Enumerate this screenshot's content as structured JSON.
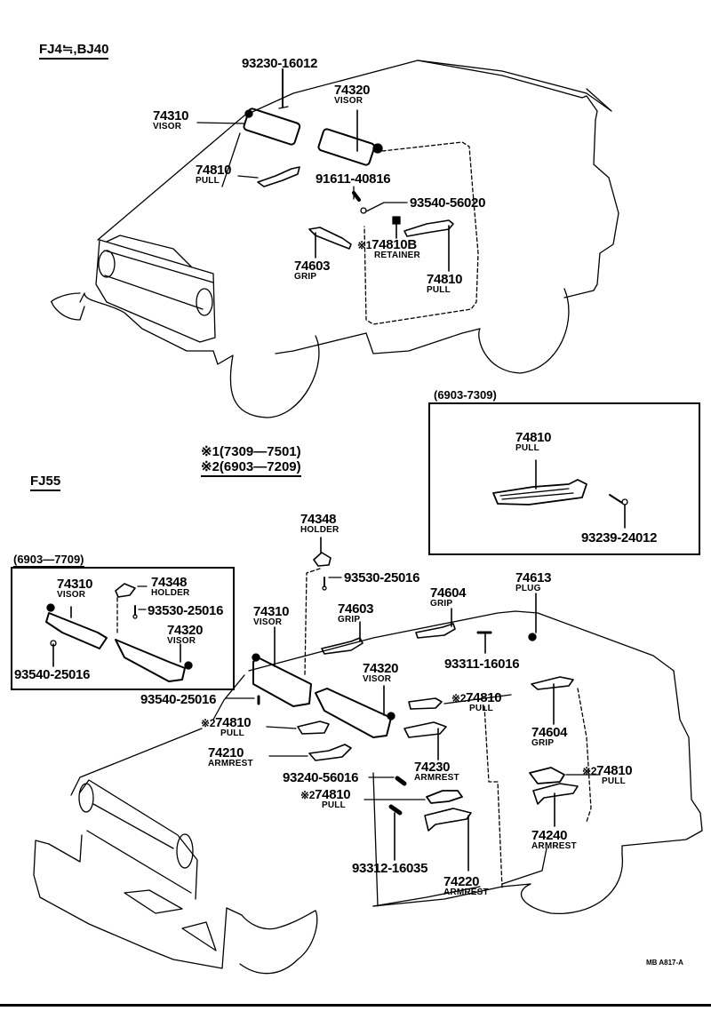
{
  "sections": {
    "top": {
      "title": "FJ4≒,BJ40"
    },
    "bottom": {
      "title": "FJ55"
    }
  },
  "legend": {
    "line1": "※1(7309—7501)",
    "line2": "※2(6903—7209)"
  },
  "insets": {
    "top_right": {
      "caption": "(6903-7309)"
    },
    "bottom_left": {
      "caption": "(6903—7709)"
    }
  },
  "reference_code": "MB A817-A",
  "callouts_top": [
    {
      "part": "93230-16012",
      "name": ""
    },
    {
      "part": "74310",
      "name": "VISOR"
    },
    {
      "part": "74320",
      "name": "VISOR"
    },
    {
      "part": "74810",
      "name": "PULL"
    },
    {
      "part": "91611-40816",
      "name": ""
    },
    {
      "part": "93540-56020",
      "name": ""
    },
    {
      "part": "74810B",
      "name": "RETAINER",
      "mark": "※1"
    },
    {
      "part": "74603",
      "name": "GRIP"
    },
    {
      "part": "74810",
      "name": "PULL"
    }
  ],
  "callouts_inset_top_right": [
    {
      "part": "74810",
      "name": "PULL"
    },
    {
      "part": "93239-24012",
      "name": ""
    }
  ],
  "callouts_inset_bottom_left": [
    {
      "part": "74310",
      "name": "VISOR"
    },
    {
      "part": "74348",
      "name": "HOLDER"
    },
    {
      "part": "93530-25016",
      "name": ""
    },
    {
      "part": "74320",
      "name": "VISOR"
    },
    {
      "part": "93540-25016",
      "name": ""
    }
  ],
  "callouts_bottom": [
    {
      "part": "74348",
      "name": "HOLDER"
    },
    {
      "part": "93530-25016",
      "name": ""
    },
    {
      "part": "74613",
      "name": "PLUG"
    },
    {
      "part": "74604",
      "name": "GRIP"
    },
    {
      "part": "74603",
      "name": "GRIP"
    },
    {
      "part": "74310",
      "name": "VISOR"
    },
    {
      "part": "93311-16016",
      "name": ""
    },
    {
      "part": "74320",
      "name": "VISOR"
    },
    {
      "part": "93540-25016",
      "name": ""
    },
    {
      "part": "74810",
      "name": "PULL",
      "mark": "※2"
    },
    {
      "part": "74810",
      "name": "PULL",
      "mark": "※2"
    },
    {
      "part": "74604",
      "name": "GRIP"
    },
    {
      "part": "74210",
      "name": "ARMREST"
    },
    {
      "part": "93240-56016",
      "name": ""
    },
    {
      "part": "74230",
      "name": "ARMREST"
    },
    {
      "part": "74810",
      "name": "PULL",
      "mark": "※2"
    },
    {
      "part": "74810",
      "name": "PULL",
      "mark": "※2"
    },
    {
      "part": "74240",
      "name": "ARMREST"
    },
    {
      "part": "93312-16035",
      "name": ""
    },
    {
      "part": "74220",
      "name": "ARMREST"
    }
  ]
}
